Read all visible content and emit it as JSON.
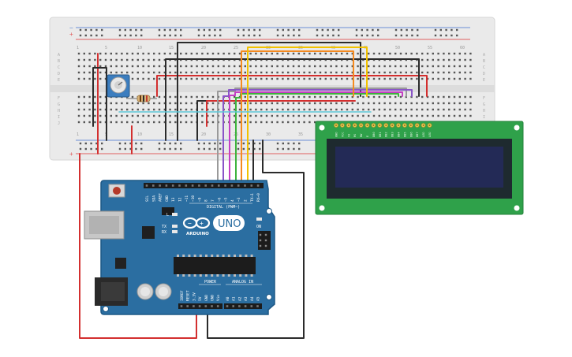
{
  "colors": {
    "breadboard": "#eaeaea",
    "breadboard_strip": "#dcdcdc",
    "rail_red": "#e06060",
    "rail_blue": "#6b8fd6",
    "arduino_board": "#2b6ea1",
    "arduino_edge": "#1d5886",
    "lcd_pcb": "#2fa14a",
    "lcd_bezel": "#1e2a2f",
    "lcd_screen": "#232a56",
    "wire_red": "#d32f2f",
    "wire_black": "#2b2b2b",
    "wire_yellow": "#f2c200",
    "wire_orange": "#f58a1f",
    "wire_green": "#3db33d",
    "wire_magenta": "#c53ec5",
    "wire_purple": "#8a55c8",
    "wire_gray": "#9a9a9a",
    "wire_cyan": "#5ec8d8",
    "pot_blue": "#3b7dbf"
  },
  "breadboard": {
    "column_numbers": [
      "1",
      "5",
      "10",
      "15",
      "20",
      "25",
      "30",
      "35",
      "40",
      "45",
      "50",
      "55",
      "60"
    ],
    "row_letters_top": [
      "A",
      "B",
      "C",
      "D",
      "E"
    ],
    "row_letters_bottom": [
      "F",
      "G",
      "H",
      "I",
      "J"
    ],
    "rail_plus": "+",
    "rail_minus": "−"
  },
  "arduino": {
    "logo_text": "UNO",
    "brand_text": "ARDUINO",
    "digital_label": "DIGITAL (PWM~)",
    "power_label": "POWER",
    "analog_label": "ANALOG IN",
    "on_label": "ON",
    "tx_label": "TX",
    "rx_label": "RX",
    "l_label": "L",
    "top_pins": [
      "SCL",
      "SDA",
      "AREF",
      "GND",
      "13",
      "12",
      "~11",
      "~10",
      "~9",
      "8",
      "7",
      "~6",
      "~5",
      "4",
      "~3",
      "2",
      "TX→1",
      "RX←0"
    ],
    "power_pins": [
      "IOREF",
      "RESET",
      "3.3V",
      "5V",
      "GND",
      "GND",
      "Vin"
    ],
    "analog_pins": [
      "A0",
      "A1",
      "A2",
      "A3",
      "A4",
      "A5"
    ]
  },
  "lcd": {
    "pins": [
      "GND",
      "VCC",
      "V0",
      "RS",
      "RW",
      "E",
      "DB0",
      "DB1",
      "DB2",
      "DB3",
      "DB4",
      "DB5",
      "DB6",
      "DB7",
      "LED",
      "LED"
    ]
  }
}
